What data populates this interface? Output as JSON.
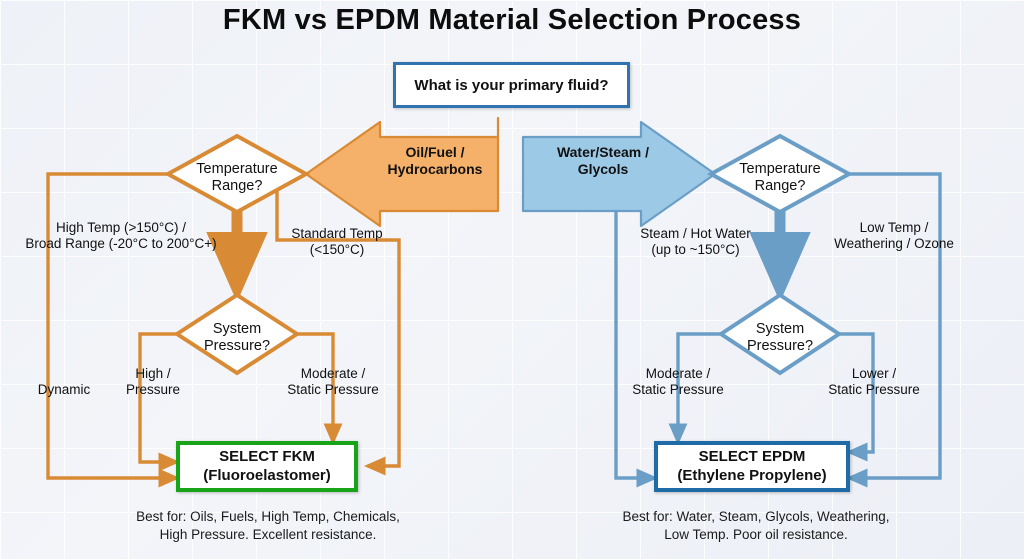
{
  "title": "FKM vs EPDM Material Selection Process",
  "colors": {
    "background": "#f1f4f9",
    "grid": "#ffffff",
    "orange": "#d98a34",
    "orange_fill": "#f5b169",
    "blue": "#6a9ec6",
    "blue_fill": "#9cc9e6",
    "green_border": "#19a319",
    "blue_border": "#1f6ba8",
    "start_border": "#2f73b0",
    "text": "#111111"
  },
  "start": {
    "label": "What is your primary fluid?"
  },
  "branch_arrows": [
    {
      "id": "oil-fuel",
      "label_line1": "Oil/Fuel /",
      "label_line2": "Hydrocarbons",
      "direction": "left",
      "color": "#f5b169"
    },
    {
      "id": "water-steam",
      "label_line1": "Water/Steam /",
      "label_line2": "Glycols",
      "direction": "right",
      "color": "#9cc9e6"
    }
  ],
  "left_branch": {
    "temp_decision": {
      "line1": "Temperature",
      "line2": "Range?"
    },
    "temp_edges": [
      {
        "id": "high-temp",
        "line1": "High Temp (>150°C) /",
        "line2": "Broad Range (-20°C to 200°C+)"
      },
      {
        "id": "standard-temp",
        "line1": "Standard Temp",
        "line2": "(<150°C)"
      }
    ],
    "pressure_decision": {
      "line1": "System",
      "line2": "Pressure?"
    },
    "pressure_edges": [
      {
        "id": "dynamic",
        "line1": "Dynamic",
        "line2": ""
      },
      {
        "id": "high-pressure",
        "line1": "High /",
        "line2": "Pressure"
      },
      {
        "id": "moderate-static",
        "line1": "Moderate /",
        "line2": "Static Pressure"
      }
    ],
    "result": {
      "line1": "SELECT FKM",
      "line2": "(Fluoroelastomer)"
    },
    "caption": {
      "line1": "Best for: Oils, Fuels, High Temp, Chemicals,",
      "line2": "High Pressure. Excellent resistance."
    }
  },
  "right_branch": {
    "temp_decision": {
      "line1": "Temperature",
      "line2": "Range?"
    },
    "temp_edges": [
      {
        "id": "steam-hot-water",
        "line1": "Steam / Hot Water",
        "line2": "(up to ~150°C)"
      },
      {
        "id": "low-temp",
        "line1": "Low Temp /",
        "line2": "Weathering / Ozone"
      }
    ],
    "pressure_decision": {
      "line1": "System",
      "line2": "Pressure?"
    },
    "pressure_edges": [
      {
        "id": "moderate-static",
        "line1": "Moderate /",
        "line2": "Static Pressure"
      },
      {
        "id": "lower-static",
        "line1": "Lower /",
        "line2": "Static Pressure"
      }
    ],
    "result": {
      "line1": "SELECT EPDM",
      "line2": "(Ethylene Propylene)"
    },
    "caption": {
      "line1": "Best for: Water, Steam, Glycols, Weathering,",
      "line2": "Low Temp. Poor oil resistance."
    }
  }
}
